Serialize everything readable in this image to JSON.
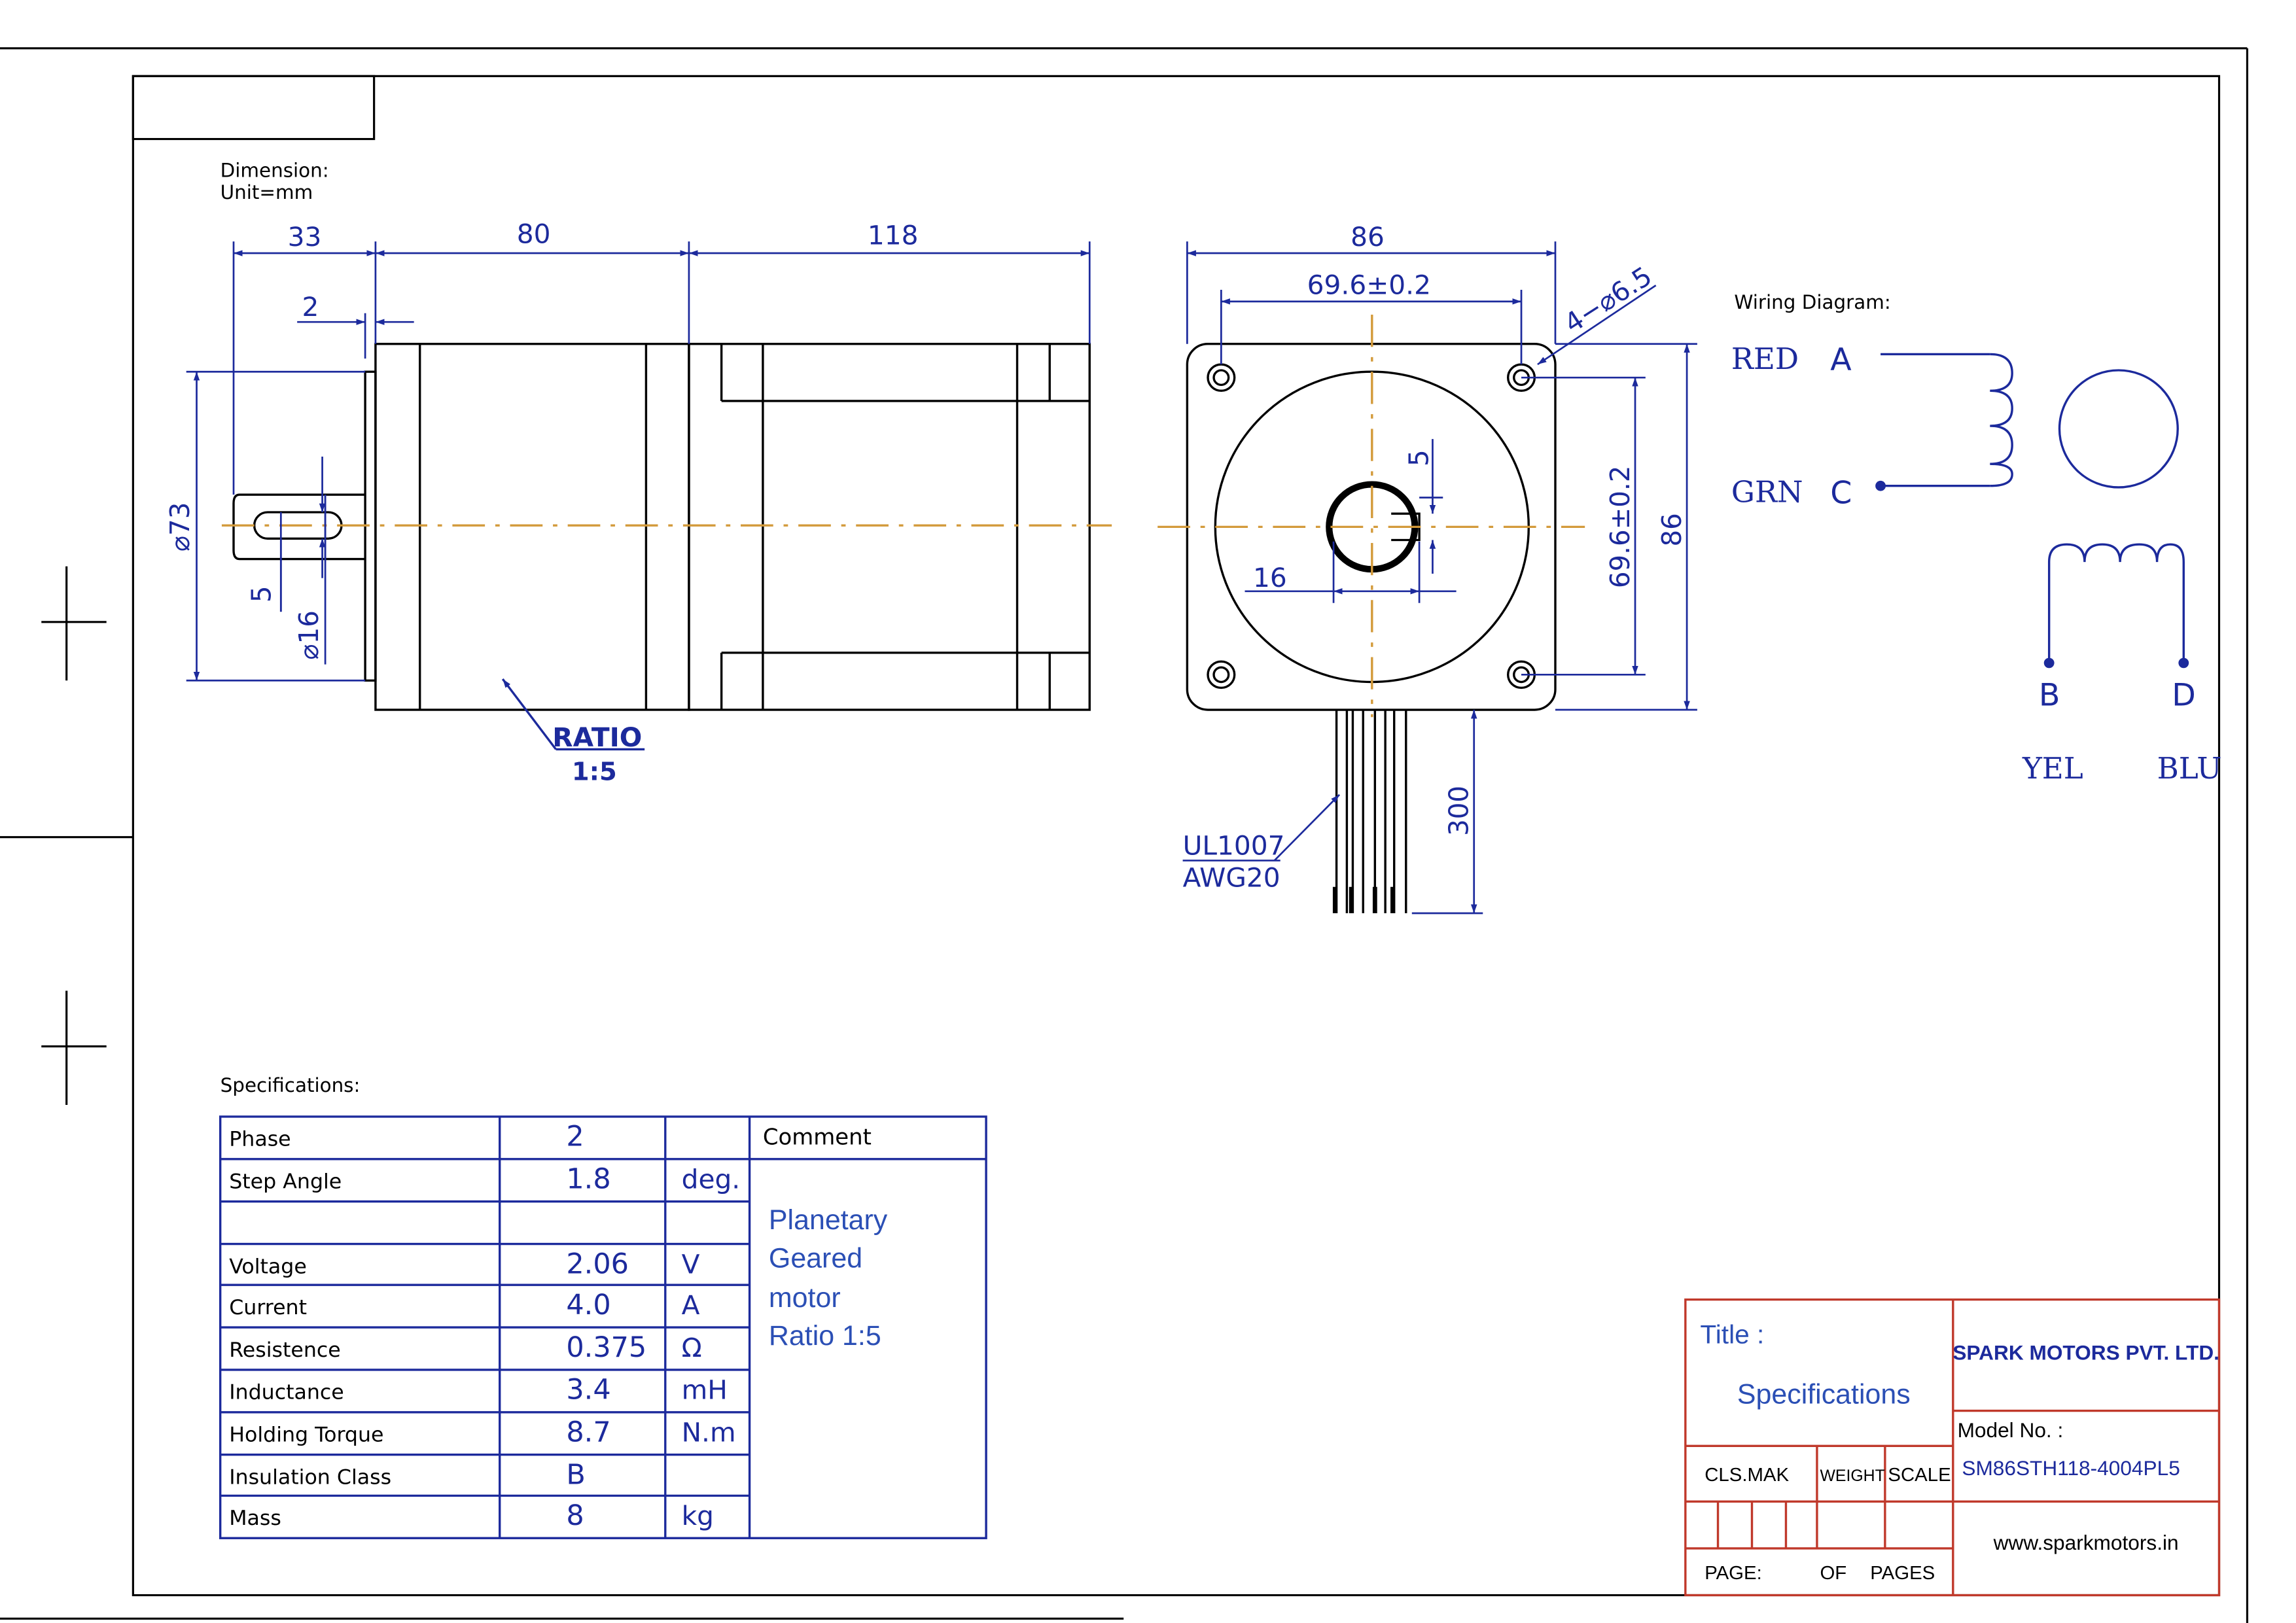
{
  "dimension": {
    "line1": "Dimension:",
    "line2": "Unit=mm"
  },
  "dims": {
    "flange_len": "33",
    "gearbox_len": "80",
    "motor_len": "118",
    "pilot_len": "2",
    "gearbox_dia": "⌀73",
    "key_w_side": "5",
    "shaft_dia": "⌀16",
    "square": "86",
    "pitch_top": "69.6±0.2",
    "holes": "4−⌀6.5",
    "key_w_front": "5",
    "shaft_flat": "16",
    "pitch_side": "69.6±0.2",
    "square_side": "86",
    "lead_len": "300"
  },
  "ratio": {
    "label": "RATIO",
    "value": "1:5"
  },
  "cable": {
    "line1": "UL1007",
    "line2": "AWG20"
  },
  "wiring": {
    "title": "Wiring Diagram:",
    "red": "RED",
    "grn": "GRN",
    "yel": "YEL",
    "blu": "BLU",
    "a": "A",
    "c": "C",
    "b": "B",
    "d": "D"
  },
  "specs": {
    "title": "Specifications:",
    "comment_header": "Comment",
    "rows": [
      [
        "Phase",
        "2",
        ""
      ],
      [
        "Step  Angle",
        "1.8",
        "deg."
      ],
      [
        "",
        "",
        ""
      ],
      [
        "Voltage",
        "2.06",
        "V"
      ],
      [
        "Current",
        "4.0",
        "A"
      ],
      [
        "Resistence",
        "0.375",
        "Ω"
      ],
      [
        "Inductance",
        "3.4",
        "mH"
      ],
      [
        "Holding  Torque",
        "8.7",
        "N.m"
      ],
      [
        "Insulation  Class",
        "B",
        ""
      ],
      [
        "Mass",
        "8",
        "kg"
      ]
    ],
    "comment_lines": [
      "Planetary",
      "Geared",
      "motor",
      "Ratio 1:5"
    ]
  },
  "titleblock": {
    "title_label": "Title :",
    "title_value": "Specifications",
    "company": "SPARK MOTORS PVT. LTD.",
    "model_label": "Model No. :",
    "model_value": "SM86STH118-4004PL5",
    "cls": "CLS.MAK",
    "weight": "WEIGHT",
    "scale": "SCALE",
    "page": "PAGE:",
    "of": "OF",
    "pages": "PAGES",
    "website": "www.sparkmotors.in"
  },
  "colors": {
    "ink": "#000000",
    "dim": "#1c2a9c",
    "center": "#d39a3a",
    "table": "#1c2a9c",
    "titleblock_red": "#c0392b",
    "comment_text": "#2b4fb5"
  }
}
